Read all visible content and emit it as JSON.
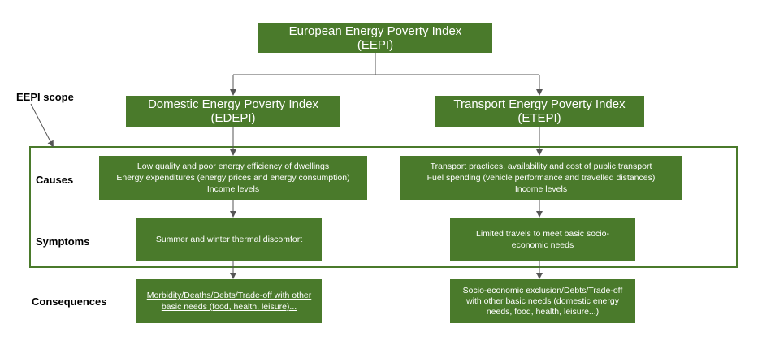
{
  "top": {
    "title": "European Energy Poverty Index\n(EEPI)"
  },
  "domestic": {
    "title": "Domestic Energy Poverty Index\n(EDEPI)",
    "causes": "Low quality and poor energy efficiency of dwellings\nEnergy expenditures (energy prices and energy consumption)\nIncome levels",
    "symptoms": "Summer and winter thermal discomfort",
    "consequences": "Morbidity/Deaths/Debts/Trade-off with other basic needs (food, health, leisure)..."
  },
  "transport": {
    "title": "Transport Energy Poverty Index\n(ETEPI)",
    "causes": "Transport practices, availability and cost of public transport\nFuel spending (vehicle performance and travelled distances)\nIncome levels",
    "symptoms": "Limited travels to meet basic socio-economic needs",
    "consequences": "Socio-economic exclusion/Debts/Trade-off with other basic needs (domestic energy needs, food, health, leisure...)"
  },
  "labels": {
    "scope": "EEPI scope",
    "causes": "Causes",
    "symptoms": "Symptoms",
    "consequences": "Consequences"
  },
  "colors": {
    "box_fill": "#4a7a2b",
    "scope_border": "#4a7a2b",
    "connector": "#555555"
  }
}
